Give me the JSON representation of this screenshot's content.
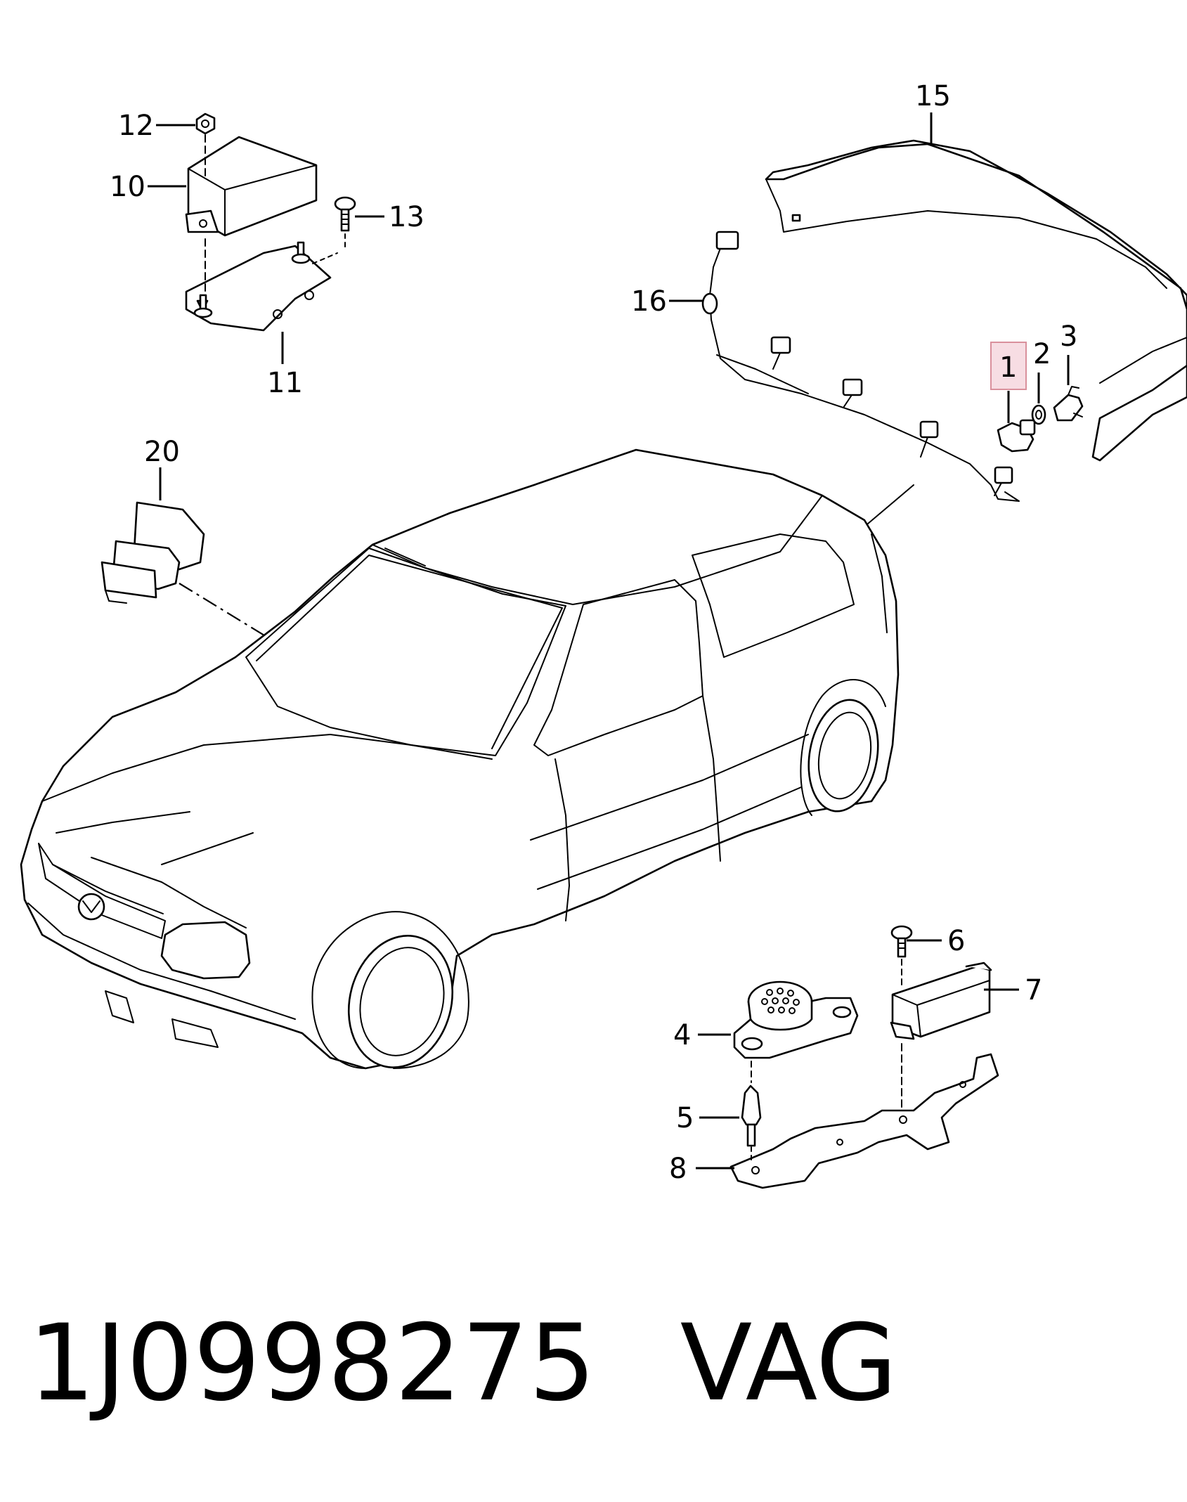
{
  "diagram": {
    "labels": {
      "p1": "1",
      "p2": "2",
      "p3": "3",
      "p4": "4",
      "p5": "5",
      "p6": "6",
      "p7": "7",
      "p8": "8",
      "p10": "10",
      "p11": "11",
      "p12": "12",
      "p13": "13",
      "p15": "15",
      "p16": "16",
      "p20": "20"
    },
    "highlighted_part": "1",
    "highlight_color": "#f7dde3"
  },
  "footer": {
    "part_number": "1J0998275",
    "brand": "VAG"
  }
}
